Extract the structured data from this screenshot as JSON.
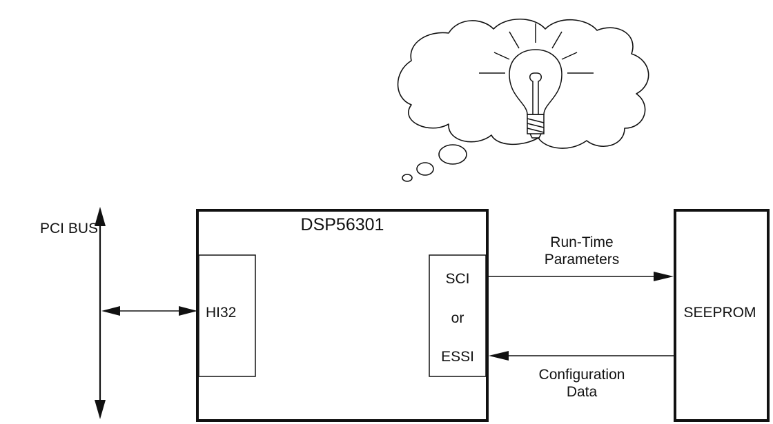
{
  "labels": {
    "pci_bus": "PCI BUS",
    "dsp": "DSP56301",
    "hi32": "HI32",
    "sci": "SCI",
    "or": "or",
    "essi": "ESSI",
    "seeprom": "SEEPROM",
    "runtime_line1": "Run-Time",
    "runtime_line2": "Parameters",
    "config_line1": "Configuration",
    "config_line2": "Data"
  },
  "icons": {
    "thought_cloud": "thought-cloud-icon",
    "light_bulb": "light-bulb-icon"
  }
}
